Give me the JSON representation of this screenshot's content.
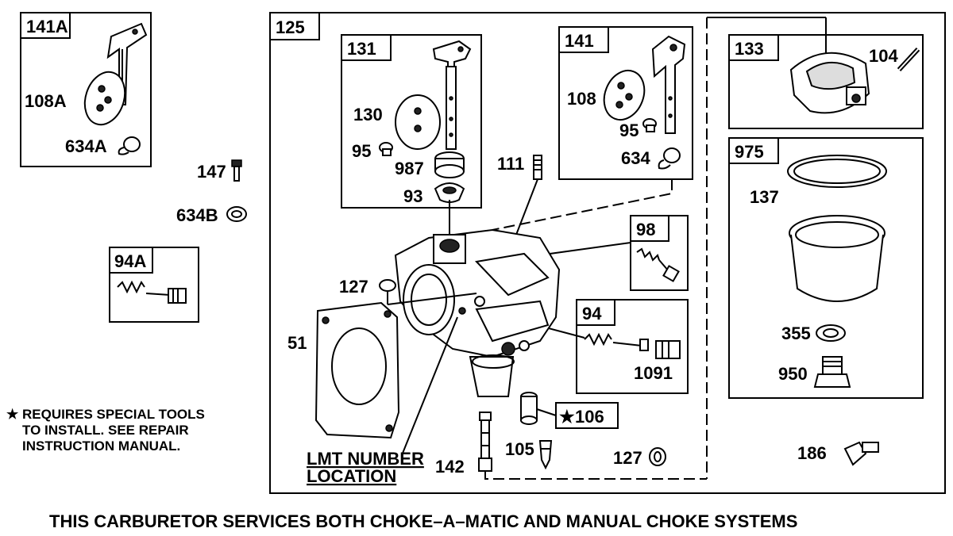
{
  "boxes": {
    "b141A": "141A",
    "b125": "125",
    "b131": "131",
    "b141": "141",
    "b133": "133",
    "b975": "975",
    "b98": "98",
    "b94A": "94A",
    "b94": "94"
  },
  "parts": {
    "p108A": "108A",
    "p634A": "634A",
    "p147": "147",
    "p634B": "634B",
    "p130": "130",
    "p95a": "95",
    "p987": "987",
    "p93": "93",
    "p111": "111",
    "p108": "108",
    "p95b": "95",
    "p634": "634",
    "p104": "104",
    "p137": "137",
    "p127a": "127",
    "p51": "51",
    "p1091": "1091",
    "p106": "106",
    "p105": "105",
    "p127b": "127",
    "p142": "142",
    "p355": "355",
    "p950": "950",
    "p186": "186"
  },
  "note": {
    "star": "★",
    "line1": "REQUIRES SPECIAL TOOLS",
    "line2": "TO INSTALL.  SEE REPAIR",
    "line3": "INSTRUCTION MANUAL."
  },
  "lmt": {
    "line1": "LMT NUMBER",
    "line2": "LOCATION"
  },
  "footer": "THIS CARBURETOR SERVICES BOTH CHOKE–A–MATIC AND MANUAL CHOKE SYSTEMS"
}
